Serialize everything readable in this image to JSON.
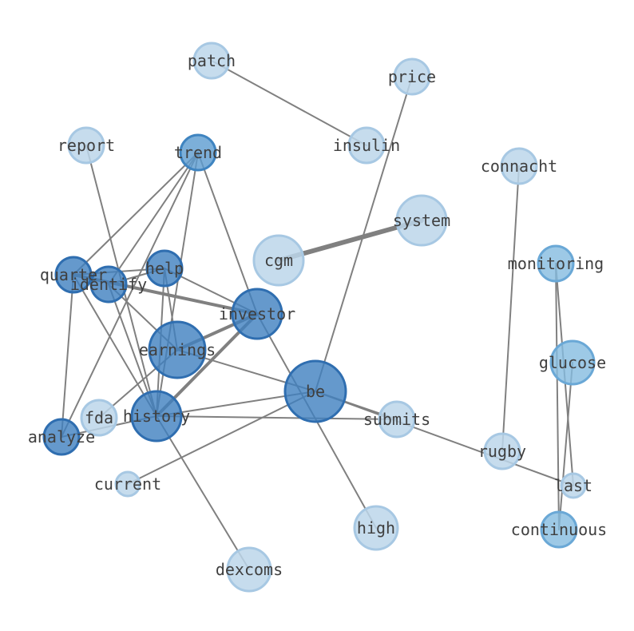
{
  "nodes": [
    {
      "id": "patch",
      "label": "patch",
      "tier": "light"
    },
    {
      "id": "price",
      "label": "price",
      "tier": "light"
    },
    {
      "id": "report",
      "label": "report",
      "tier": "light"
    },
    {
      "id": "insulin",
      "label": "insulin",
      "tier": "light"
    },
    {
      "id": "trend",
      "label": "trend",
      "tier": "mid"
    },
    {
      "id": "connacht",
      "label": "connacht",
      "tier": "light"
    },
    {
      "id": "system",
      "label": "system",
      "tier": "light"
    },
    {
      "id": "cgm",
      "label": "cgm",
      "tier": "light"
    },
    {
      "id": "monitoring",
      "label": "monitoring",
      "tier": "sky"
    },
    {
      "id": "quarter",
      "label": "quarter",
      "tier": "dark"
    },
    {
      "id": "help",
      "label": "help",
      "tier": "dark"
    },
    {
      "id": "identify",
      "label": "identify",
      "tier": "dark"
    },
    {
      "id": "investor",
      "label": "investor",
      "tier": "dark"
    },
    {
      "id": "earnings",
      "label": "earnings",
      "tier": "dark"
    },
    {
      "id": "glucose",
      "label": "glucose",
      "tier": "sky"
    },
    {
      "id": "be",
      "label": "be",
      "tier": "dark"
    },
    {
      "id": "fda",
      "label": "fda",
      "tier": "light"
    },
    {
      "id": "history",
      "label": "history",
      "tier": "dark"
    },
    {
      "id": "submits",
      "label": "submits",
      "tier": "light"
    },
    {
      "id": "analyze",
      "label": "analyze",
      "tier": "dark"
    },
    {
      "id": "rugby",
      "label": "rugby",
      "tier": "light"
    },
    {
      "id": "current",
      "label": "current",
      "tier": "light"
    },
    {
      "id": "last",
      "label": "last",
      "tier": "light"
    },
    {
      "id": "high",
      "label": "high",
      "tier": "light"
    },
    {
      "id": "continuous",
      "label": "continuous",
      "tier": "sky"
    },
    {
      "id": "dexcoms",
      "label": "dexcoms",
      "tier": "light"
    }
  ],
  "edges": [
    {
      "source": "patch",
      "target": "insulin",
      "weight": 1
    },
    {
      "source": "price",
      "target": "be",
      "weight": 1
    },
    {
      "source": "report",
      "target": "history",
      "weight": 1
    },
    {
      "source": "trend",
      "target": "quarter",
      "weight": 1
    },
    {
      "source": "trend",
      "target": "identify",
      "weight": 1
    },
    {
      "source": "trend",
      "target": "investor",
      "weight": 1
    },
    {
      "source": "trend",
      "target": "history",
      "weight": 1
    },
    {
      "source": "trend",
      "target": "analyze",
      "weight": 1
    },
    {
      "source": "connacht",
      "target": "rugby",
      "weight": 1
    },
    {
      "source": "cgm",
      "target": "system",
      "weight": 3
    },
    {
      "source": "quarter",
      "target": "help",
      "weight": 1
    },
    {
      "source": "quarter",
      "target": "investor",
      "weight": 2
    },
    {
      "source": "quarter",
      "target": "history",
      "weight": 1
    },
    {
      "source": "quarter",
      "target": "analyze",
      "weight": 1
    },
    {
      "source": "identify",
      "target": "help",
      "weight": 1
    },
    {
      "source": "identify",
      "target": "earnings",
      "weight": 1
    },
    {
      "source": "identify",
      "target": "history",
      "weight": 1
    },
    {
      "source": "help",
      "target": "investor",
      "weight": 1
    },
    {
      "source": "help",
      "target": "earnings",
      "weight": 1
    },
    {
      "source": "help",
      "target": "history",
      "weight": 1
    },
    {
      "source": "investor",
      "target": "earnings",
      "weight": 2
    },
    {
      "source": "investor",
      "target": "history",
      "weight": 2
    },
    {
      "source": "investor",
      "target": "high",
      "weight": 1
    },
    {
      "source": "earnings",
      "target": "be",
      "weight": 1
    },
    {
      "source": "earnings",
      "target": "fda",
      "weight": 1
    },
    {
      "source": "be",
      "target": "history",
      "weight": 1
    },
    {
      "source": "be",
      "target": "current",
      "weight": 1
    },
    {
      "source": "be",
      "target": "submits",
      "weight": 1
    },
    {
      "source": "be",
      "target": "last",
      "weight": 1
    },
    {
      "source": "history",
      "target": "analyze",
      "weight": 1
    },
    {
      "source": "history",
      "target": "submits",
      "weight": 1
    },
    {
      "source": "history",
      "target": "dexcoms",
      "weight": 1
    },
    {
      "source": "monitoring",
      "target": "last",
      "weight": 1
    },
    {
      "source": "monitoring",
      "target": "continuous",
      "weight": 1
    },
    {
      "source": "glucose",
      "target": "continuous",
      "weight": 1
    }
  ],
  "palette": {
    "dark": {
      "fill": "#3f7fbf",
      "stroke": "#2f6eb0"
    },
    "mid": {
      "fill": "#5b9bd0",
      "stroke": "#3f84c0"
    },
    "sky": {
      "fill": "#84bbe0",
      "stroke": "#6aa8d6"
    },
    "light": {
      "fill": "#bcd6ea",
      "stroke": "#a7c8e3"
    }
  },
  "edge_color": "#808080",
  "label_color": "#3f3f3f"
}
